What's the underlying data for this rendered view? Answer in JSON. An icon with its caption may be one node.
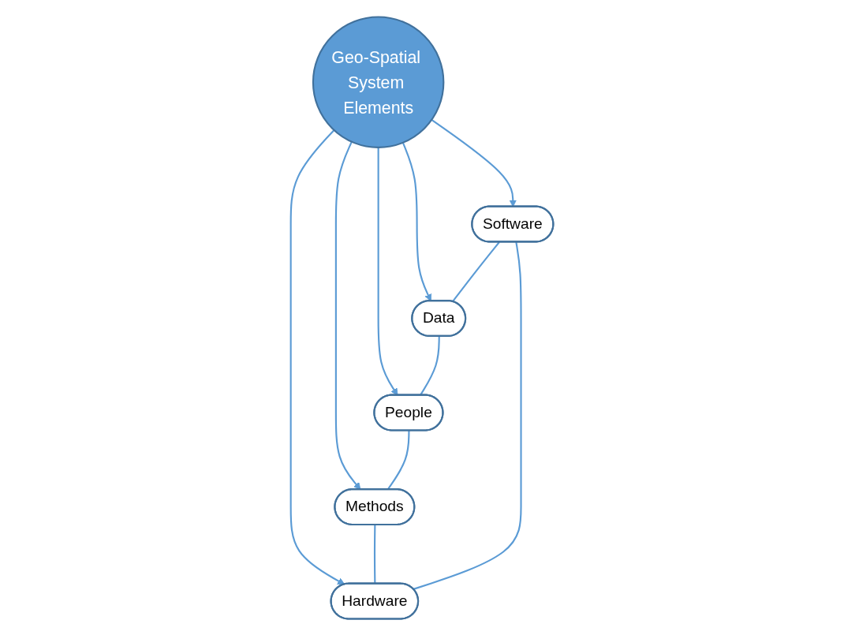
{
  "diagram": {
    "nodes": [
      {
        "text": [
          "Software"
        ]
      },
      {
        "text": [
          "Hardware"
        ]
      },
      {
        "text": [
          "Geo-Spatial System Elements"
        ]
      },
      {
        "text": [
          "Data"
        ]
      },
      {
        "text": [
          "People"
        ]
      },
      {
        "text": [
          "Methods"
        ]
      }
    ],
    "edges": [
      {
        "from": 2,
        "to": 0,
        "arrow": "to"
      },
      {
        "from": 2,
        "to": 1,
        "arrow": "to"
      },
      {
        "from": 2,
        "to": 3,
        "arrow": "to"
      },
      {
        "from": 2,
        "to": 4,
        "arrow": "to"
      },
      {
        "from": 2,
        "to": 5,
        "arrow": "to"
      },
      {
        "from": 1,
        "to": 0,
        "arrow": "none"
      },
      {
        "from": 0,
        "to": 3,
        "arrow": "none"
      },
      {
        "from": 3,
        "to": 4,
        "arrow": "none"
      },
      {
        "from": 4,
        "to": 5,
        "arrow": "none"
      },
      {
        "from": 5,
        "to": 1,
        "arrow": "none"
      }
    ]
  }
}
